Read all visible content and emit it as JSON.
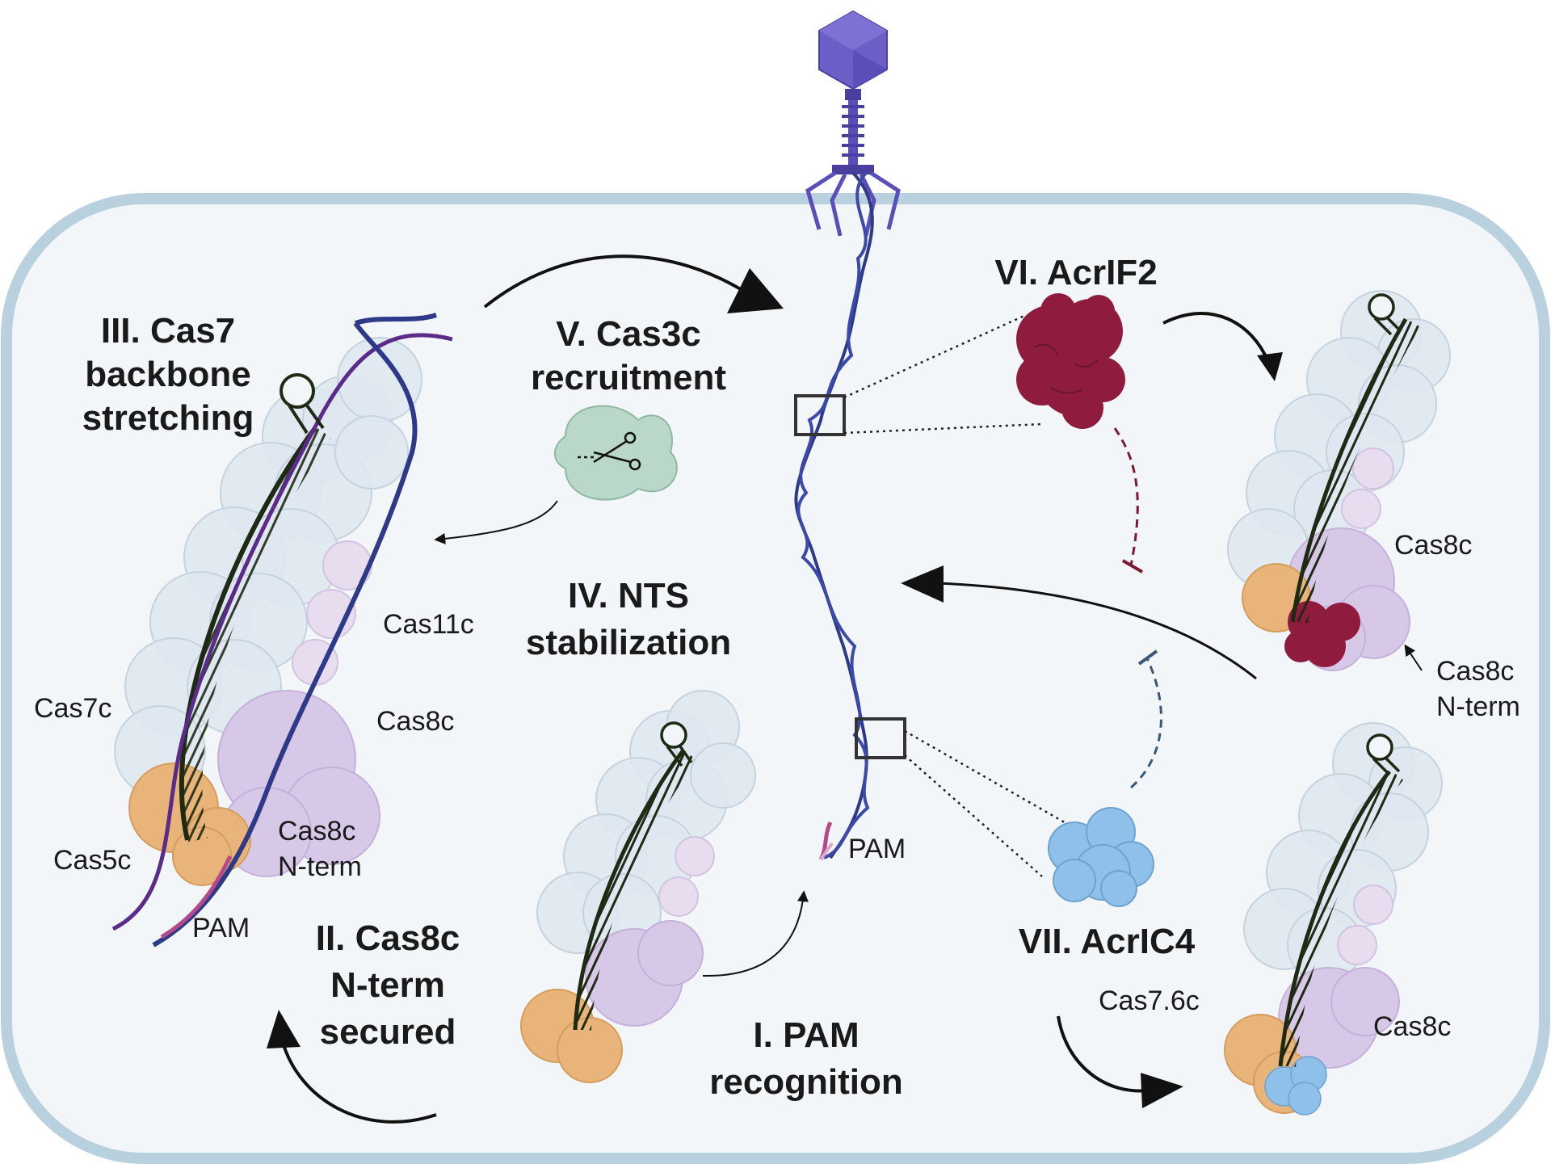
{
  "stages": {
    "s1": [
      "I. PAM",
      "recognition"
    ],
    "s2": [
      "II. Cas8c",
      "N-term",
      "secured"
    ],
    "s3": [
      "III. Cas7",
      "backbone",
      "stretching"
    ],
    "s4": [
      "IV. NTS",
      "stabilization"
    ],
    "s5": [
      "V. Cas3c",
      "recruitment"
    ],
    "s6": [
      "VI. AcrIF2"
    ],
    "s7": [
      "VII. AcrIC4"
    ]
  },
  "labels": {
    "cas7c": "Cas7c",
    "cas5c": "Cas5c",
    "cas11c": "Cas11c",
    "cas8c_left": "Cas8c",
    "cas8c_nterm_left": [
      "Cas8c",
      "N-term"
    ],
    "pam_left": "PAM",
    "pam_center": "PAM",
    "cas8c_right_top": "Cas8c",
    "cas8c_nterm_right": [
      "Cas8c",
      "N-term"
    ],
    "cas76c": "Cas7.6c",
    "cas8c_right_bottom": "Cas8c"
  },
  "colors": {
    "cell_border": "#b9d0df",
    "cell_fill": "#f3f6f9",
    "dna": "#2e3a87",
    "crrna": "#1f2a14",
    "phage": "#6b5fc7",
    "cas7_subunit": "#dfe8f0",
    "cas5": "#e9b47a",
    "cas8": "#d8c8e8",
    "acrif2": "#8f1c3e",
    "acric4": "#8fc0ea",
    "cas3": "#b9d8c9",
    "pam": "#b44a8a"
  },
  "icons": [
    "phage-icon",
    "scissors-icon",
    "cas3c-icon",
    "acrif2-icon",
    "acric4-icon",
    "dna-helix-icon",
    "hairpin-icon"
  ]
}
